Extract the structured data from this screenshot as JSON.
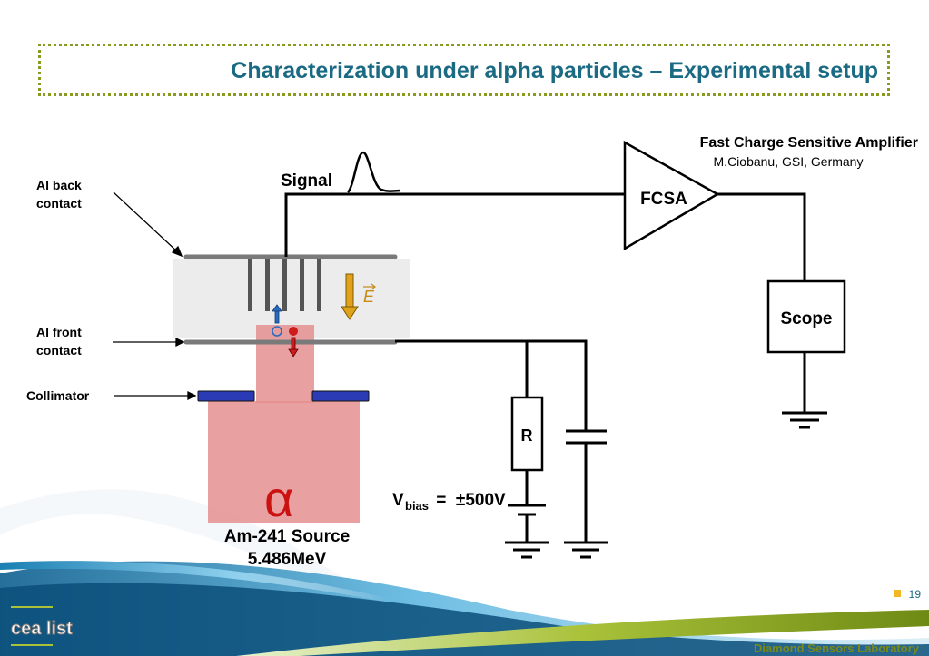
{
  "slide": {
    "title": "Characterization under alpha particles – Experimental setup",
    "page_number": "19",
    "footer_lab": "Diamond Sensors Laboratory",
    "logo": "cea list"
  },
  "diagram": {
    "labels": {
      "al_back": [
        "Al back",
        "contact"
      ],
      "al_front": [
        "Al front",
        "contact"
      ],
      "collimator": "Collimator",
      "signal": "Signal",
      "e_field": "E",
      "alpha": "α",
      "source": [
        "Am-241 Source",
        "5.486MeV"
      ],
      "amp_title": "Fast Charge Sensitive Amplifier",
      "amp_credit": "M.Ciobanu, GSI, Germany",
      "fcsa": "FCSA",
      "scope": "Scope",
      "resistor": "R",
      "vbias_main": "V",
      "vbias_sub": "bias",
      "vbias_value": " =  ±500V"
    },
    "colors": {
      "title": "#1a6a84",
      "title_border": "#8a9a1e",
      "source_fill": "#e58f8f",
      "collimator": "#2b3bb5",
      "efield_arrow": "#e0a21a",
      "electron": "#2a6bc0",
      "hole": "#cc1c1c",
      "footer_text": "#7a8a18"
    }
  }
}
